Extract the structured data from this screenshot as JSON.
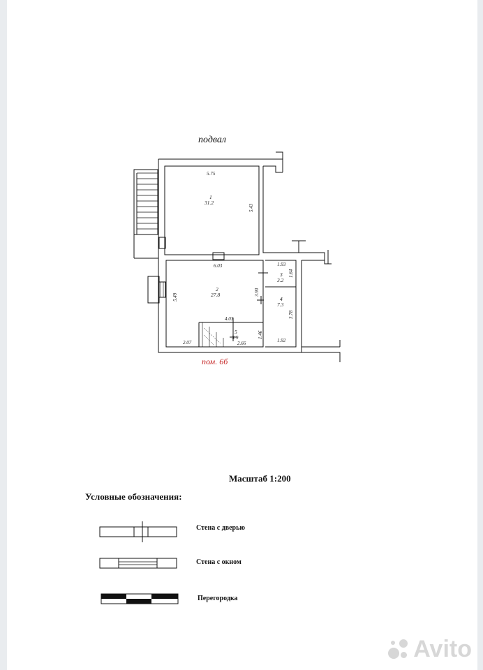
{
  "plan": {
    "title": "подвал",
    "room_ref": "пом. 6б",
    "rooms": [
      {
        "number": "1",
        "area": "31.2"
      },
      {
        "number": "2",
        "area": "27.8"
      },
      {
        "number": "3",
        "area": "3.2"
      },
      {
        "number": "4",
        "area": "7.3"
      },
      {
        "number": "5",
        "area": "3.9"
      }
    ],
    "dimensions": [
      "5.75",
      "5.43",
      "6.03",
      "5.49",
      "3.90",
      "4.03",
      "2.07",
      "2.66",
      "1.46",
      "1.93",
      "1.64",
      "3.78",
      "1.92"
    ]
  },
  "scale_text": "Масштаб 1:200",
  "legend": {
    "title": "Условные обозначения:",
    "items": [
      {
        "label": "Стена с  дверью",
        "symbol": "wall-door"
      },
      {
        "label": "Стена с окном",
        "symbol": "wall-window"
      },
      {
        "label": "Перегородка",
        "symbol": "partition"
      }
    ]
  },
  "watermark": {
    "text": "Avito"
  },
  "colors": {
    "ink": "#111111",
    "room_ref": "#c62828",
    "watermark": "#d7d7d7"
  }
}
